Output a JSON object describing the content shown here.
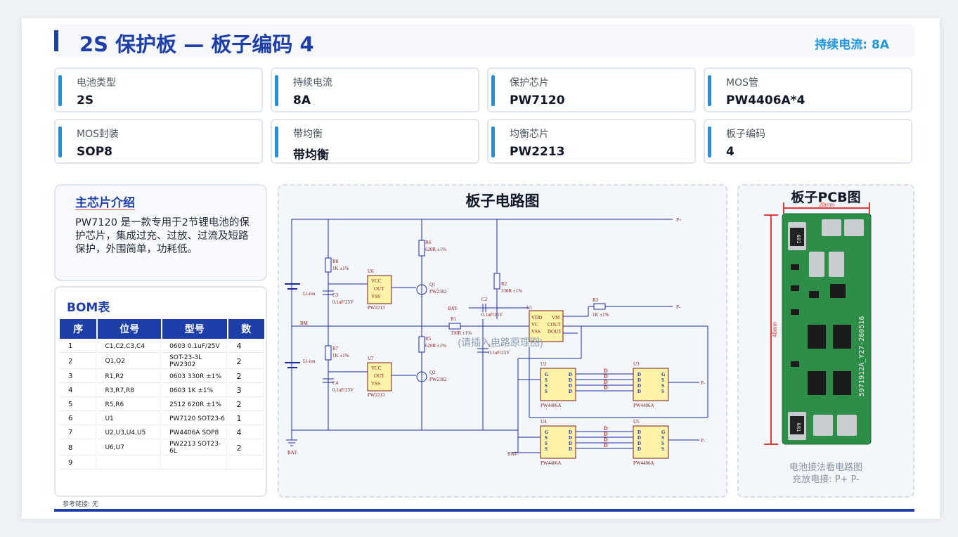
{
  "header": {
    "title": "2S 保护板 — 板子编码 4",
    "current": "持续电流: 8A"
  },
  "specs": [
    {
      "label": "电池类型",
      "value": "2S"
    },
    {
      "label": "持续电流",
      "value": "8A"
    },
    {
      "label": "保护芯片",
      "value": "PW7120"
    },
    {
      "label": "MOS管",
      "value": "PW4406A*4"
    },
    {
      "label": "MOS封装",
      "value": "SOP8"
    },
    {
      "label": "带均衡",
      "value": "带均衡"
    },
    {
      "label": "均衡芯片",
      "value": "PW2213"
    },
    {
      "label": "板子编码",
      "value": "4"
    }
  ],
  "intro": {
    "heading": "主芯片介绍",
    "text": "PW7120 是一款专用于2节锂电池的保护芯片，集成过充、过放、过流及短路保护，外围简单，功耗低。"
  },
  "bom": {
    "heading": "BOM表",
    "columns": [
      "序",
      "位号",
      "型号",
      "数"
    ],
    "rows": [
      [
        "1",
        "C1,C2,C3,C4",
        "0603 0.1uF/25V",
        "4"
      ],
      [
        "2",
        "Q1,Q2",
        "SOT-23-3L PW2302",
        "2"
      ],
      [
        "3",
        "R1,R2",
        "0603 330R ±1%",
        "2"
      ],
      [
        "4",
        "R3,R7,R8",
        "0603 1K ±1%",
        "3"
      ],
      [
        "5",
        "R5,R6",
        "2512 620R ±1%",
        "2"
      ],
      [
        "6",
        "U1",
        "PW7120 SOT23-6",
        "1"
      ],
      [
        "7",
        "U2,U3,U4,U5",
        "PW4406A SOP8",
        "4"
      ],
      [
        "8",
        "U6,U7",
        "PW2213 SOT23-6L",
        "2"
      ],
      [
        "9",
        "",
        "",
        ""
      ]
    ]
  },
  "schematic": {
    "heading": "板子电路图",
    "placeholder": "(请插入电路原理图)",
    "labels": {
      "p_plus": "P+",
      "p_minus": "P-",
      "bat_minus": "BAT-",
      "bm": "BM",
      "li_ion": "Li-ion",
      "r8": "R8",
      "r8v": "1K ±1%",
      "r7": "R7",
      "r7v": "1K ±1%",
      "c3": "C3",
      "c3v": "0.1uF/25V",
      "c4": "C4",
      "c4v": "0.1uF/25V",
      "r6": "R6",
      "r6v": "620R ±1%",
      "r5": "R5",
      "r5v": "620R ±1%",
      "q1": "Q1",
      "q1v": "PW2302",
      "q2": "Q2",
      "q2v": "PW2302",
      "u6": "U6",
      "u7": "U7",
      "u67v": "PW2213",
      "vcc": "VCC",
      "out": "OUT",
      "vss": "VSS",
      "r2": "R2",
      "r2v": "330R ±1%",
      "r1": "R1",
      "r1v": "330R ±1%",
      "c2": "C2",
      "c2v": "0.1uF/25V",
      "c1": "C1",
      "c1v": "0.1uF/25V",
      "r3": "R3",
      "r3v": "1K ±1%",
      "u1": "U1",
      "vdd": "VDD",
      "vc": "VC",
      "vm": "VM",
      "cout": "COUT",
      "dout": "DOUT",
      "u2": "U2",
      "u3": "U3",
      "u4": "U4",
      "u5": "U5",
      "mosv": "PW4406A",
      "g": "G",
      "s": "S",
      "d": "D"
    }
  },
  "pcb": {
    "heading": "板子PCB图",
    "width_label": "20mm",
    "height_label": "48mm",
    "silk": "5971912A_Y27-260516",
    "note1": "电池接法看电路图",
    "note2": "充放电接:  P+ P-",
    "part_label": "681"
  },
  "reference": "参考链接: 无",
  "colors": {
    "primary": "#1f3fa8",
    "accent": "#1e90e0",
    "pcb_green": "#2d8f47"
  }
}
